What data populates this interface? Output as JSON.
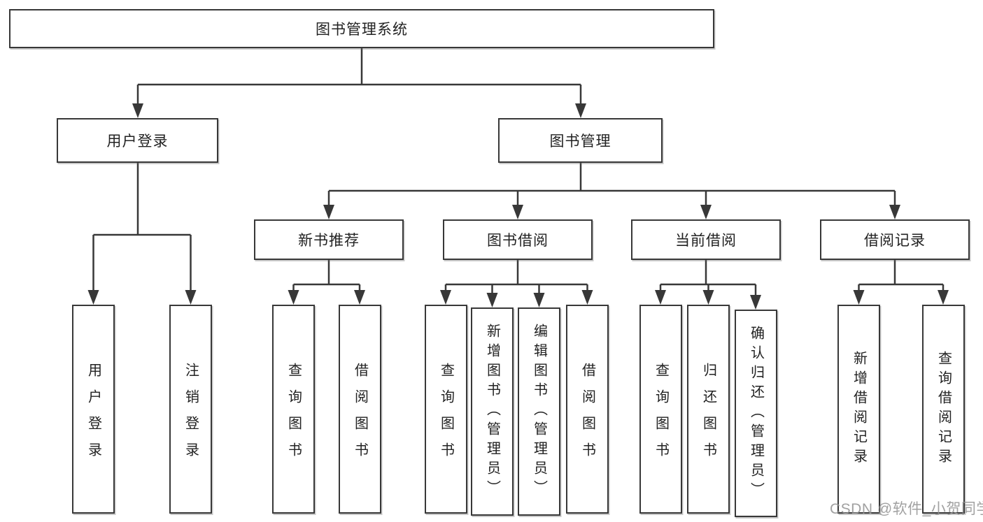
{
  "colors": {
    "background": "#ffffff",
    "line": "#383838",
    "box_border": "#383838",
    "text": "#222222",
    "watermark": "#919191"
  },
  "diagram": {
    "type": "hierarchy-tree",
    "root_label": "图书管理系统",
    "level2": [
      {
        "label": "用户登录",
        "parent": "图书管理系统"
      },
      {
        "label": "图书管理",
        "parent": "图书管理系统"
      }
    ],
    "level3": [
      {
        "label": "新书推荐",
        "parent": "图书管理"
      },
      {
        "label": "图书借阅",
        "parent": "图书管理"
      },
      {
        "label": "当前借阅",
        "parent": "图书管理"
      },
      {
        "label": "借阅记录",
        "parent": "图书管理"
      }
    ],
    "leaves": [
      {
        "label": "用户登录",
        "parent": "用户登录"
      },
      {
        "label": "注销登录",
        "parent": "用户登录"
      },
      {
        "label": "查询图书",
        "parent": "新书推荐"
      },
      {
        "label": "借阅图书",
        "parent": "新书推荐"
      },
      {
        "label": "查询图书",
        "parent": "图书借阅"
      },
      {
        "label": "新增图书（管理员）",
        "parent": "图书借阅"
      },
      {
        "label": "编辑图书（管理员）",
        "parent": "图书借阅"
      },
      {
        "label": "借阅图书",
        "parent": "图书借阅"
      },
      {
        "label": "查询图书",
        "parent": "当前借阅"
      },
      {
        "label": "归还图书",
        "parent": "当前借阅"
      },
      {
        "label": "确认归还（管理员）",
        "parent": "当前借阅"
      },
      {
        "label": "新增借阅记录",
        "parent": "借阅记录"
      },
      {
        "label": "查询借阅记录",
        "parent": "借阅记录"
      }
    ],
    "watermark": "CSDN @软件_小贺同学"
  }
}
